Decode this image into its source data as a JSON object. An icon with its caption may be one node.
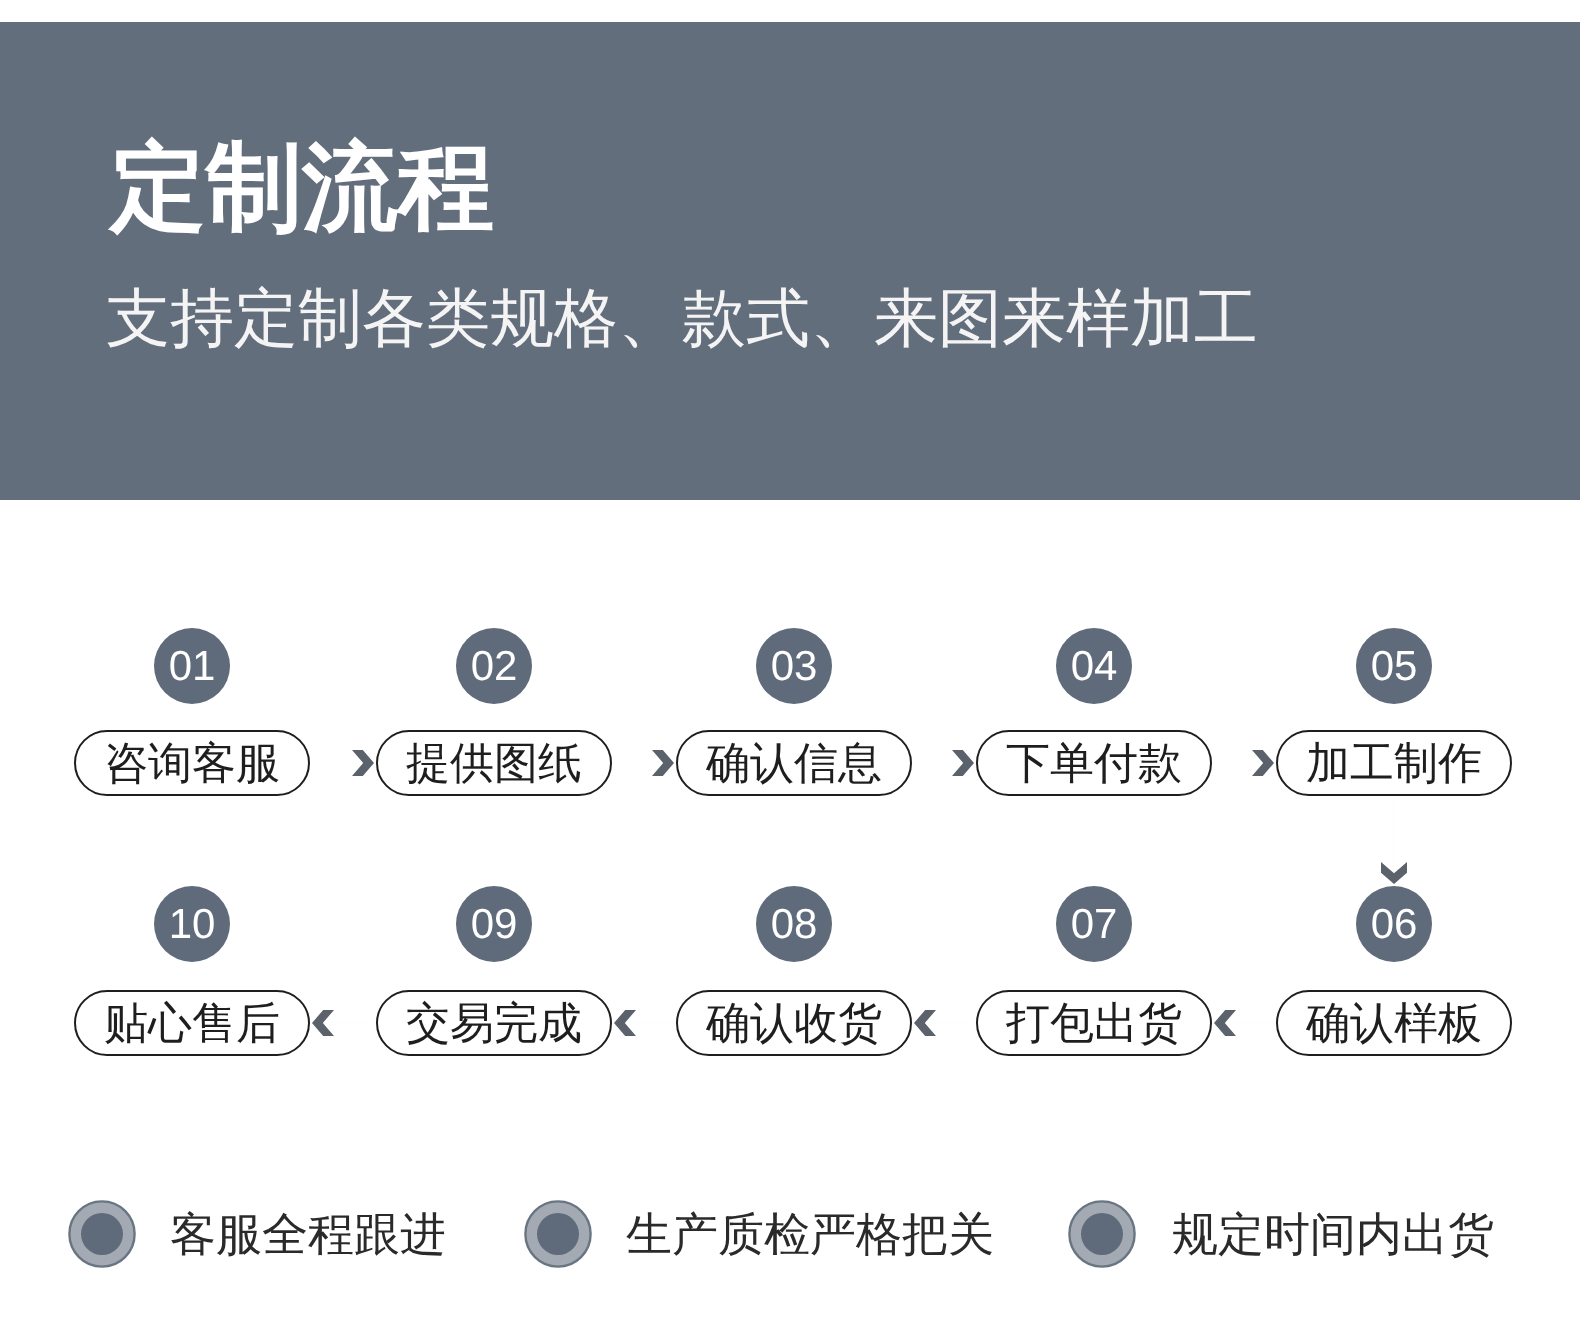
{
  "diagram": {
    "title": "定制流程",
    "nodes": [
      {
        "text": [
          "01"
        ]
      },
      {
        "text": [
          "02"
        ]
      },
      {
        "text": [
          "03"
        ]
      },
      {
        "text": [
          "04"
        ]
      },
      {
        "text": [
          "05"
        ]
      },
      {
        "text": [
          "咨询客服"
        ]
      },
      {
        "text": [
          "提供图纸"
        ]
      },
      {
        "text": [
          "确认信息"
        ]
      },
      {
        "text": [
          "下单付款"
        ]
      },
      {
        "text": [
          "加工制作"
        ]
      },
      {
        "text": [
          "10"
        ]
      },
      {
        "text": [
          "09"
        ]
      },
      {
        "text": [
          "08"
        ]
      },
      {
        "text": [
          "07"
        ]
      },
      {
        "text": [
          "06"
        ]
      },
      {
        "text": [
          "贴心售后"
        ]
      },
      {
        "text": [
          "交易完成"
        ]
      },
      {
        "text": [
          "确认收货"
        ]
      },
      {
        "text": [
          "打包出货"
        ]
      },
      {
        "text": [
          "确认样板"
        ]
      }
    ],
    "edges": [
      {
        "from": 5,
        "to": 6,
        "arrow": "to"
      },
      {
        "from": 6,
        "to": 7,
        "arrow": "to"
      },
      {
        "from": 7,
        "to": 8,
        "arrow": "to"
      },
      {
        "from": 8,
        "to": 9,
        "arrow": "to"
      },
      {
        "from": 9,
        "to": 14,
        "arrow": "to"
      },
      {
        "from": 19,
        "to": 18,
        "arrow": "to"
      },
      {
        "from": 18,
        "to": 17,
        "arrow": "to"
      },
      {
        "from": 17,
        "to": 16,
        "arrow": "to"
      },
      {
        "from": 16,
        "to": 15,
        "arrow": "to"
      }
    ],
    "labels": [
      "支持定制各类规格、款式、来图来样加工",
      "客服全程跟进",
      "生产质检严格把关",
      "规定时间内出货"
    ]
  }
}
